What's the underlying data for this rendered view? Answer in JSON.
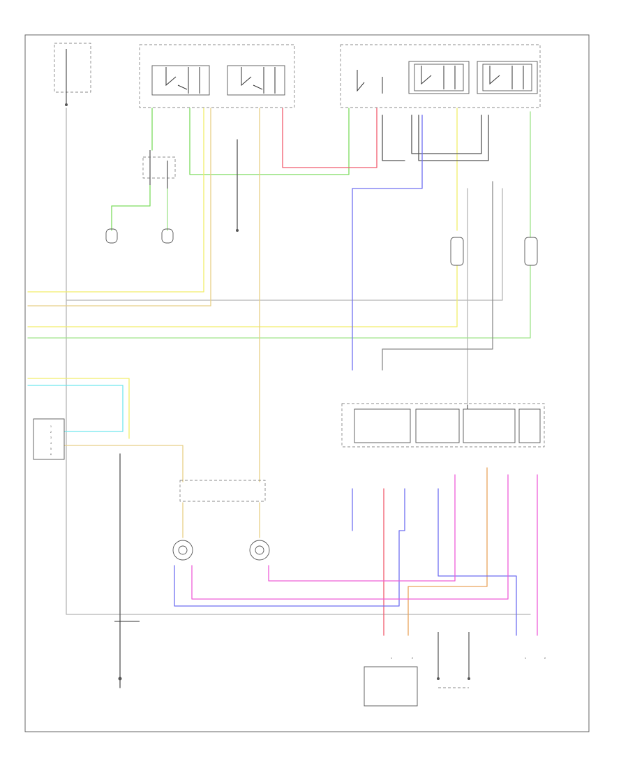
{
  "colors": {
    "green": "#7ddc5f",
    "light_green": "#9fe38a",
    "yellow": "#f2ee6a",
    "tan": "#e8cf86",
    "orange": "#e9a35c",
    "red": "#f05a6e",
    "pink": "#ee5fd8",
    "blue": "#6f6ff0",
    "cyan": "#6fe6ee",
    "gray": "#8a8a8a",
    "black": "#555555"
  },
  "connectors": {
    "left_pins": [
      "1",
      "2",
      "3",
      "4",
      "5",
      "6"
    ],
    "bottom_left_pins": [
      "1",
      "2"
    ],
    "bottom_right_pins": [
      "1",
      "2"
    ]
  }
}
